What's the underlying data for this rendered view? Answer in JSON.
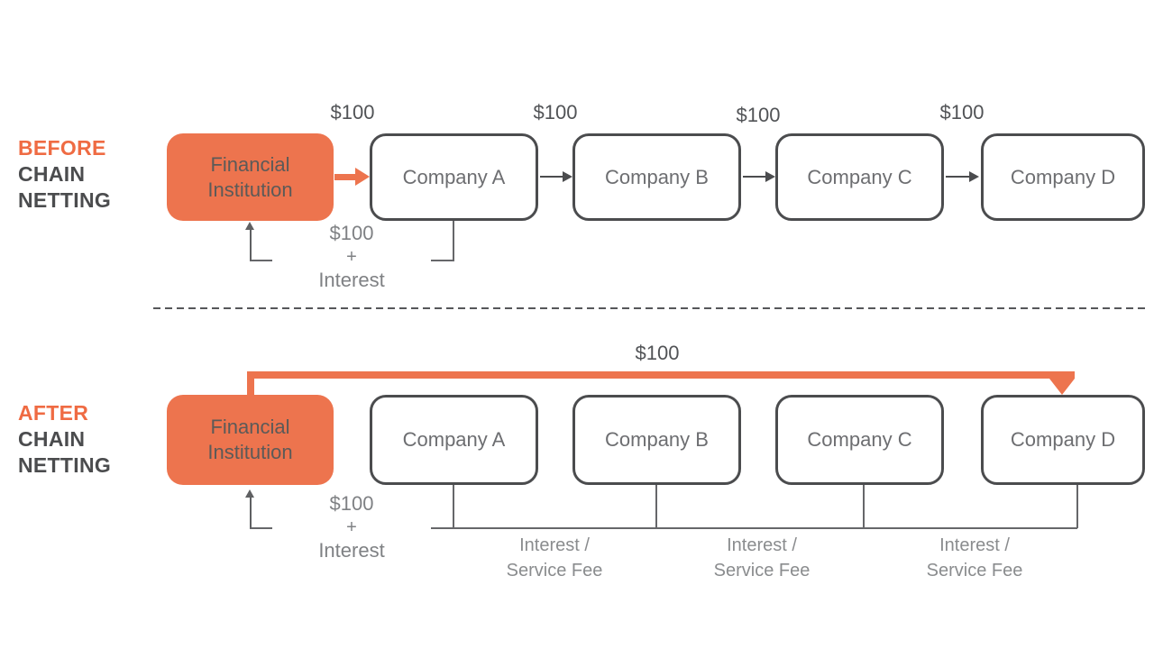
{
  "title": "Chain netting before and after diagram",
  "colors": {
    "accent_orange": "#ED744E",
    "heading_orange": "#EF6B43",
    "dark_gray": "#4B4C4E",
    "company_text_gray": "#6D6E71",
    "amount_text_gray": "#515356",
    "muted_label_gray": "#8A8C8E"
  },
  "before": {
    "heading": [
      "BEFORE",
      "CHAIN",
      "NETTING"
    ],
    "fi_label": "Financial Institution",
    "companies": [
      "Company A",
      "Company B",
      "Company C",
      "Company D"
    ],
    "amounts": [
      "$100",
      "$100",
      "$100",
      "$100"
    ],
    "return_label": {
      "amount": "$100",
      "plus": "+",
      "word": "Interest"
    }
  },
  "after": {
    "heading": [
      "AFTER",
      "CHAIN",
      "NETTING"
    ],
    "fi_label": "Financial Institution",
    "companies": [
      "Company A",
      "Company B",
      "Company C",
      "Company D"
    ],
    "net_amount": "$100",
    "return_label": {
      "amount": "$100",
      "plus": "+",
      "word": "Interest"
    },
    "fee_labels": [
      {
        "line1": "Interest /",
        "line2": "Service Fee"
      },
      {
        "line1": "Interest /",
        "line2": "Service Fee"
      },
      {
        "line1": "Interest /",
        "line2": "Service Fee"
      }
    ]
  }
}
